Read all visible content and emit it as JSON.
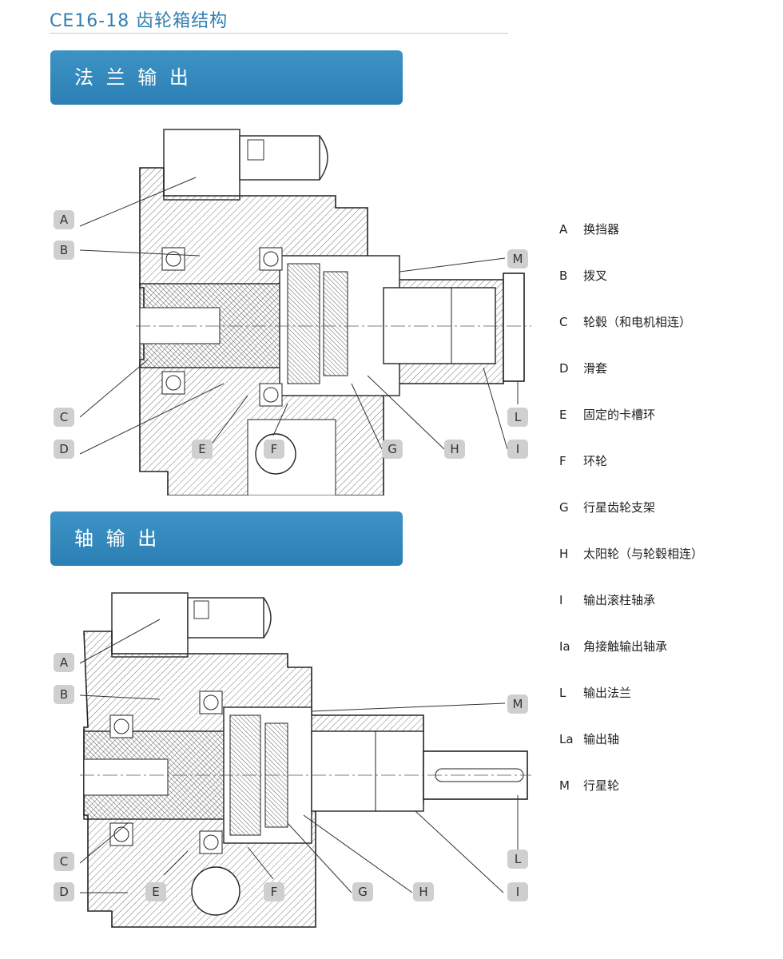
{
  "page": {
    "title": "CE16-18 齿轮箱结构"
  },
  "sections": [
    {
      "heading": "法 兰 输 出"
    },
    {
      "heading": "轴 输 出"
    }
  ],
  "callouts": {
    "top": [
      "A",
      "B",
      "C",
      "D",
      "E",
      "F",
      "G",
      "H",
      "I",
      "L",
      "M"
    ],
    "bottom": [
      "A",
      "B",
      "C",
      "D",
      "E",
      "F",
      "G",
      "H",
      "I",
      "L",
      "M"
    ]
  },
  "legend": [
    {
      "key": "A",
      "text": "换挡器"
    },
    {
      "key": "B",
      "text": "拨叉"
    },
    {
      "key": "C",
      "text": "轮毂（和电机相连）"
    },
    {
      "key": "D",
      "text": "滑套"
    },
    {
      "key": "E",
      "text": "固定的卡槽环"
    },
    {
      "key": "F",
      "text": "环轮"
    },
    {
      "key": "G",
      "text": "行星齿轮支架"
    },
    {
      "key": "H",
      "text": "太阳轮（与轮毂相连）"
    },
    {
      "key": "I",
      "text": "输出滚柱轴承"
    },
    {
      "key": "Ia",
      "text": "角接触输出轴承"
    },
    {
      "key": "L",
      "text": "输出法兰"
    },
    {
      "key": "La",
      "text": "输出轴"
    },
    {
      "key": "M",
      "text": "行星轮"
    }
  ]
}
